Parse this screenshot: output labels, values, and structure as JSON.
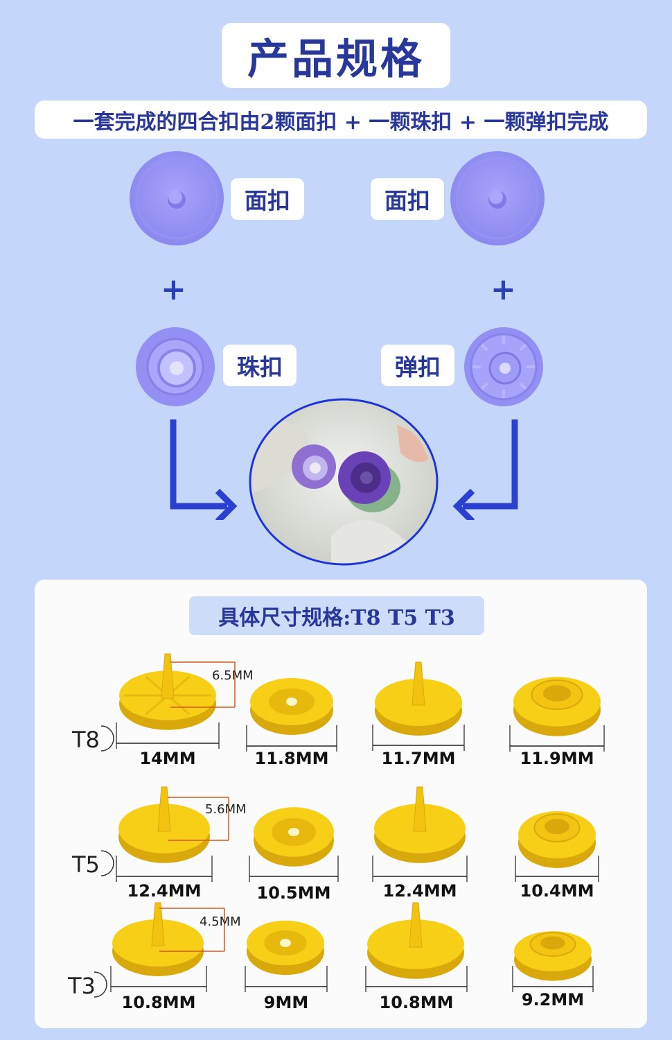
{
  "header": {
    "title": "产品规格",
    "subtitle": "一套完成的四合扣由2颗面扣 + 一颗珠扣 + 一颗弹扣完成"
  },
  "parts": {
    "face_left": "面扣",
    "face_right": "面扣",
    "bead": "珠扣",
    "spring": "弹扣",
    "plus_left": "+",
    "plus_right": "+"
  },
  "colors": {
    "background": "#c4d7fb",
    "text": "#28379a",
    "arrow": "#2b3fd0",
    "snap_purple": "#8e8bf2",
    "snap_yellow": "#f7cf17"
  },
  "specs": {
    "title": "具体尺寸规格:T8 T5 T3",
    "rows": [
      {
        "tag": "T8",
        "stud_length": "6.5MM",
        "sizes": [
          "14MM",
          "11.8MM",
          "11.7MM",
          "11.9MM"
        ]
      },
      {
        "tag": "T5",
        "stud_length": "5.6MM",
        "sizes": [
          "12.4MM",
          "10.5MM",
          "12.4MM",
          "10.4MM"
        ]
      },
      {
        "tag": "T3",
        "stud_length": "4.5MM",
        "sizes": [
          "10.8MM",
          "9MM",
          "10.8MM",
          "9.2MM"
        ]
      }
    ]
  }
}
